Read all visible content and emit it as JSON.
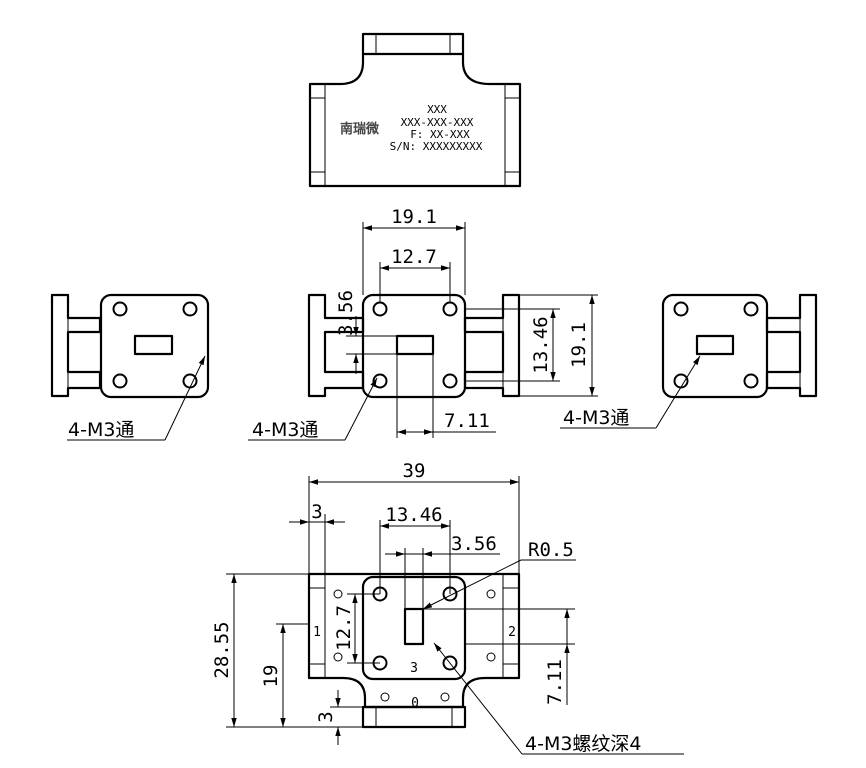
{
  "colors": {
    "line": "#000000",
    "background": "#ffffff",
    "logo": "#444444"
  },
  "nameplate": {
    "brand": "南瑞微",
    "line1": "XXX",
    "line2": "XXX-XXX-XXX",
    "line3": "F: XX-XXX",
    "line4": "S/N: XXXXXXXXX"
  },
  "front_view": {
    "dim_width_outer": "19.1",
    "dim_width_inner": "12.7",
    "dim_offset": "3.56",
    "dim_height_inner": "13.46",
    "dim_height_outer": "19.1",
    "dim_slot": "7.11",
    "callout": "4-M3通"
  },
  "left_view": {
    "callout": "4-M3通"
  },
  "right_view": {
    "callout": "4-M3通"
  },
  "bottom_view": {
    "dim_total_width": "39",
    "dim_flange": "3",
    "dim_port_width": "13.46",
    "dim_slot_width": "3.56",
    "dim_radius": "R0.5",
    "dim_total_height": "28.55",
    "dim_height_19": "19",
    "dim_bottom_3": "3",
    "dim_inner_12_7": "12.7",
    "dim_right_7_11": "7.11",
    "port_1": "1",
    "port_2": "2",
    "port_3": "3",
    "port_0": "0",
    "callout": "4-M3螺纹深4"
  }
}
